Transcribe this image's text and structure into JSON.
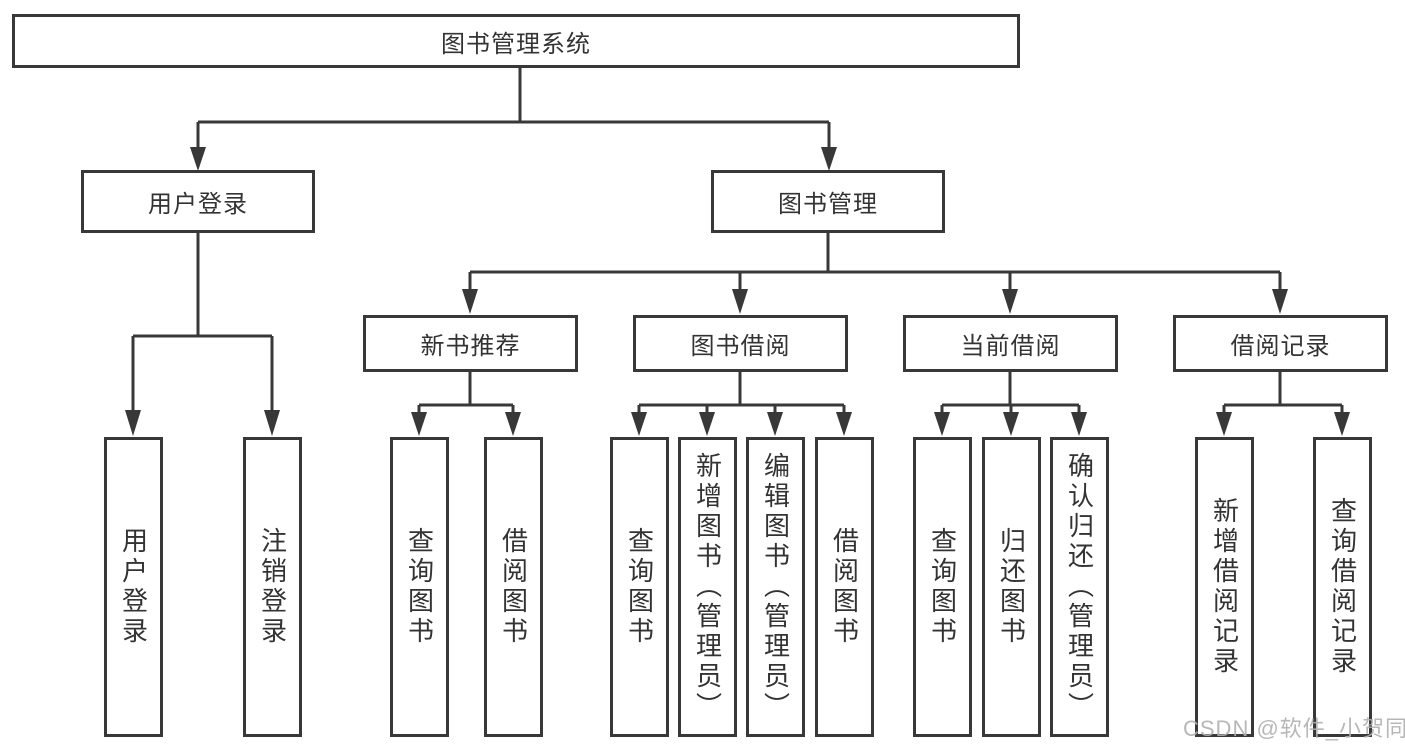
{
  "diagram": {
    "type": "tree",
    "colors": {
      "line": "#383838",
      "box_border": "#383838",
      "text": "#333333",
      "background": "#ffffff",
      "watermark": "#afafaf"
    },
    "watermark": "CSDN @软件_小贺同学",
    "tree": {
      "label": "图书管理系统",
      "children": [
        {
          "label": "用户登录",
          "children": [
            {
              "label": "用户登录"
            },
            {
              "label": "注销登录"
            }
          ]
        },
        {
          "label": "图书管理",
          "children": [
            {
              "label": "新书推荐",
              "children": [
                {
                  "label": "查询图书"
                },
                {
                  "label": "借阅图书"
                }
              ]
            },
            {
              "label": "图书借阅",
              "children": [
                {
                  "label": "查询图书"
                },
                {
                  "label": "新增图书（管理员）"
                },
                {
                  "label": "编辑图书（管理员）"
                },
                {
                  "label": "借阅图书"
                }
              ]
            },
            {
              "label": "当前借阅",
              "children": [
                {
                  "label": "查询图书"
                },
                {
                  "label": "归还图书"
                },
                {
                  "label": "确认归还（管理员）"
                }
              ]
            },
            {
              "label": "借阅记录",
              "children": [
                {
                  "label": "新增借阅记录"
                },
                {
                  "label": "查询借阅记录"
                }
              ]
            }
          ]
        }
      ]
    }
  }
}
